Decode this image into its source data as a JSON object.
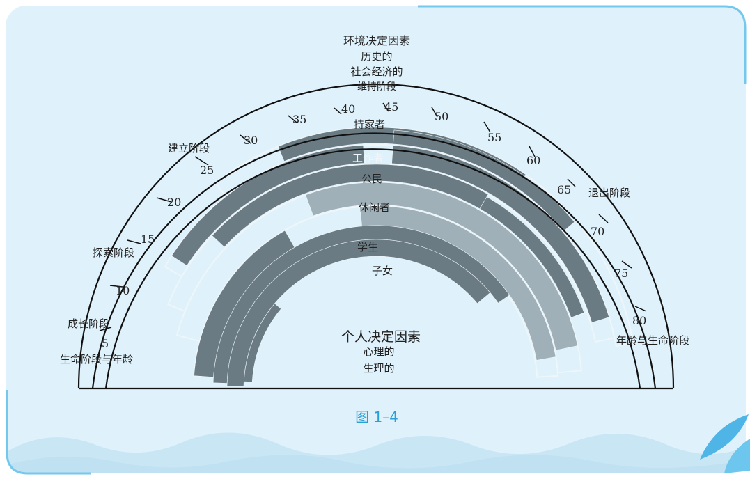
{
  "colors": {
    "panel_fill": "#dff1fa",
    "panel_border": "#74c8ee",
    "wave": "#c9e6f5",
    "arc_line": "#111111",
    "band_dark": "#6b7b84",
    "band_light": "#9fb0b8",
    "caption": "#2a9fd6",
    "leaf": "#4fb4e6"
  },
  "header": {
    "environment": "环境决定因素",
    "historical": "历史的",
    "socioeconomic": "社会经济的"
  },
  "stages": {
    "maintenance": "维持阶段",
    "establishment": "建立阶段",
    "exploration": "探索阶段",
    "growth": "成长阶段",
    "life_stage_age_left": "生命阶段与年龄",
    "decline": "退出阶段",
    "age_life_stage_right": "年龄与生命阶段"
  },
  "ages": [
    "5",
    "10",
    "15",
    "20",
    "25",
    "30",
    "35",
    "40",
    "45",
    "50",
    "55",
    "60",
    "65",
    "70",
    "75",
    "80"
  ],
  "roles": {
    "homemaker": "持家者",
    "worker": "工作者",
    "citizen": "公民",
    "leisurite": "休闲者",
    "student": "学生",
    "child": "子女"
  },
  "personal": {
    "title": "个人决定因素",
    "psychological": "心理的",
    "biological": "生理的"
  },
  "caption": "图 1–4"
}
